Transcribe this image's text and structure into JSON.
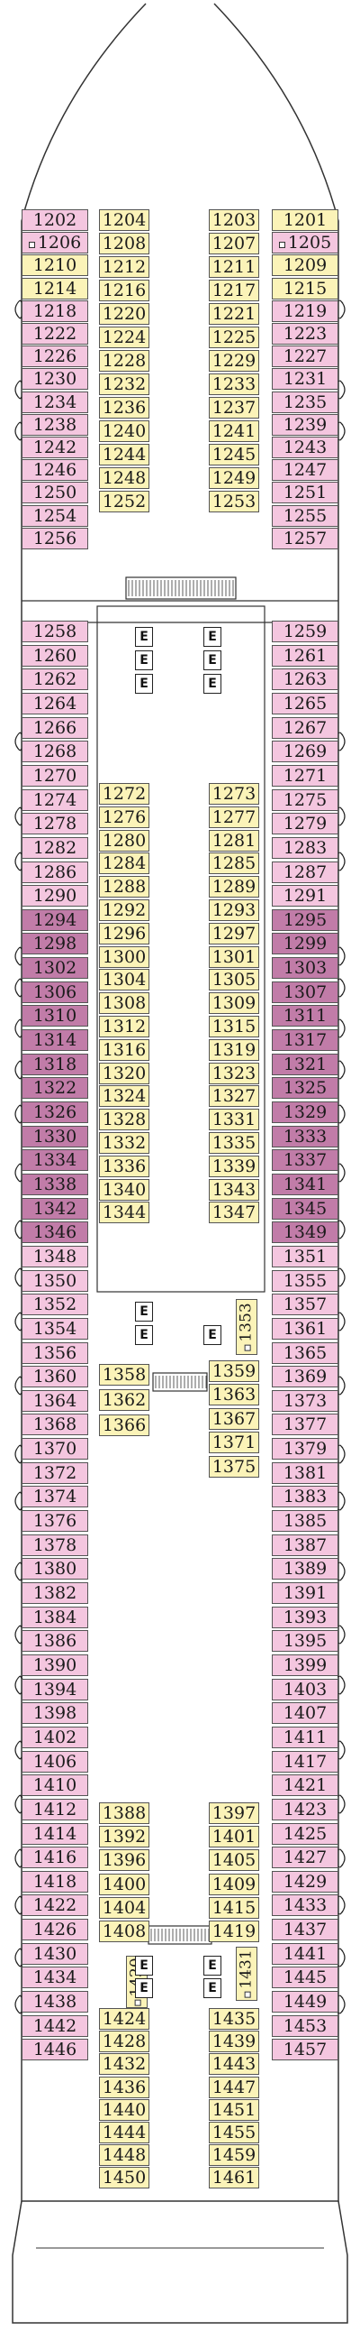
{
  "colors": {
    "outside": "#f4c6df",
    "outside_balcony": "#c17ca8",
    "inside": "#fbf3b8",
    "hull_line": "#333333",
    "walkway": "#ffffff"
  },
  "icons": {
    "connecting": "double-arrow-icon",
    "extra_bed": "square-icon",
    "elevator": "letter-e-icon"
  },
  "elevator_label": "E",
  "cabins": {
    "outer_left": [
      {
        "n": "1202",
        "t": "outside"
      },
      {
        "n": "1206",
        "t": "outside",
        "bed": true
      },
      {
        "n": "1210",
        "t": "inside"
      },
      {
        "n": "1214",
        "t": "inside"
      },
      {
        "n": "1218",
        "t": "outside"
      },
      {
        "n": "1222",
        "t": "outside"
      },
      {
        "n": "1226",
        "t": "outside"
      },
      {
        "n": "1230",
        "t": "outside"
      },
      {
        "n": "1234",
        "t": "outside"
      },
      {
        "n": "1238",
        "t": "outside"
      },
      {
        "n": "1242",
        "t": "outside"
      },
      {
        "n": "1246",
        "t": "outside"
      },
      {
        "n": "1250",
        "t": "outside"
      },
      {
        "n": "1254",
        "t": "outside"
      },
      {
        "n": "1256",
        "t": "outside"
      },
      {
        "n": "1258",
        "t": "outside"
      },
      {
        "n": "1260",
        "t": "outside"
      },
      {
        "n": "1262",
        "t": "outside"
      },
      {
        "n": "1264",
        "t": "outside"
      },
      {
        "n": "1266",
        "t": "outside"
      },
      {
        "n": "1268",
        "t": "outside"
      },
      {
        "n": "1270",
        "t": "outside"
      },
      {
        "n": "1274",
        "t": "outside"
      },
      {
        "n": "1278",
        "t": "outside"
      },
      {
        "n": "1282",
        "t": "outside"
      },
      {
        "n": "1286",
        "t": "outside"
      },
      {
        "n": "1290",
        "t": "outside"
      },
      {
        "n": "1294",
        "t": "balcony"
      },
      {
        "n": "1298",
        "t": "balcony"
      },
      {
        "n": "1302",
        "t": "balcony"
      },
      {
        "n": "1306",
        "t": "balcony"
      },
      {
        "n": "1310",
        "t": "balcony"
      },
      {
        "n": "1314",
        "t": "balcony"
      },
      {
        "n": "1318",
        "t": "balcony"
      },
      {
        "n": "1322",
        "t": "balcony"
      },
      {
        "n": "1326",
        "t": "balcony"
      },
      {
        "n": "1330",
        "t": "balcony"
      },
      {
        "n": "1334",
        "t": "balcony"
      },
      {
        "n": "1338",
        "t": "balcony"
      },
      {
        "n": "1342",
        "t": "balcony"
      },
      {
        "n": "1346",
        "t": "balcony"
      },
      {
        "n": "1348",
        "t": "outside"
      },
      {
        "n": "1350",
        "t": "outside"
      },
      {
        "n": "1352",
        "t": "outside"
      },
      {
        "n": "1354",
        "t": "outside"
      },
      {
        "n": "1356",
        "t": "outside"
      },
      {
        "n": "1360",
        "t": "outside"
      },
      {
        "n": "1364",
        "t": "outside"
      },
      {
        "n": "1368",
        "t": "outside"
      },
      {
        "n": "1370",
        "t": "outside"
      },
      {
        "n": "1372",
        "t": "outside"
      },
      {
        "n": "1374",
        "t": "outside"
      },
      {
        "n": "1376",
        "t": "outside"
      },
      {
        "n": "1378",
        "t": "outside"
      },
      {
        "n": "1380",
        "t": "outside"
      },
      {
        "n": "1382",
        "t": "outside"
      },
      {
        "n": "1384",
        "t": "outside"
      },
      {
        "n": "1386",
        "t": "outside"
      },
      {
        "n": "1390",
        "t": "outside"
      },
      {
        "n": "1394",
        "t": "outside"
      },
      {
        "n": "1398",
        "t": "outside"
      },
      {
        "n": "1402",
        "t": "outside"
      },
      {
        "n": "1406",
        "t": "outside"
      },
      {
        "n": "1410",
        "t": "outside"
      },
      {
        "n": "1412",
        "t": "outside"
      },
      {
        "n": "1414",
        "t": "outside"
      },
      {
        "n": "1416",
        "t": "outside"
      },
      {
        "n": "1418",
        "t": "outside"
      },
      {
        "n": "1422",
        "t": "outside"
      },
      {
        "n": "1426",
        "t": "outside"
      },
      {
        "n": "1430",
        "t": "outside"
      },
      {
        "n": "1434",
        "t": "outside"
      },
      {
        "n": "1438",
        "t": "outside"
      },
      {
        "n": "1442",
        "t": "outside"
      },
      {
        "n": "1446",
        "t": "outside"
      }
    ],
    "outer_right": [
      {
        "n": "1201",
        "t": "inside"
      },
      {
        "n": "1205",
        "t": "outside",
        "bed": true
      },
      {
        "n": "1209",
        "t": "inside"
      },
      {
        "n": "1215",
        "t": "inside"
      },
      {
        "n": "1219",
        "t": "outside"
      },
      {
        "n": "1223",
        "t": "outside"
      },
      {
        "n": "1227",
        "t": "outside"
      },
      {
        "n": "1231",
        "t": "outside"
      },
      {
        "n": "1235",
        "t": "outside"
      },
      {
        "n": "1239",
        "t": "outside"
      },
      {
        "n": "1243",
        "t": "outside"
      },
      {
        "n": "1247",
        "t": "outside"
      },
      {
        "n": "1251",
        "t": "outside"
      },
      {
        "n": "1255",
        "t": "outside"
      },
      {
        "n": "1257",
        "t": "outside"
      },
      {
        "n": "1259",
        "t": "outside"
      },
      {
        "n": "1261",
        "t": "outside"
      },
      {
        "n": "1263",
        "t": "outside"
      },
      {
        "n": "1265",
        "t": "outside"
      },
      {
        "n": "1267",
        "t": "outside"
      },
      {
        "n": "1269",
        "t": "outside"
      },
      {
        "n": "1271",
        "t": "outside"
      },
      {
        "n": "1275",
        "t": "outside"
      },
      {
        "n": "1279",
        "t": "outside"
      },
      {
        "n": "1283",
        "t": "outside"
      },
      {
        "n": "1287",
        "t": "outside"
      },
      {
        "n": "1291",
        "t": "outside"
      },
      {
        "n": "1295",
        "t": "balcony"
      },
      {
        "n": "1299",
        "t": "balcony"
      },
      {
        "n": "1303",
        "t": "balcony"
      },
      {
        "n": "1307",
        "t": "balcony"
      },
      {
        "n": "1311",
        "t": "balcony"
      },
      {
        "n": "1317",
        "t": "balcony"
      },
      {
        "n": "1321",
        "t": "balcony"
      },
      {
        "n": "1325",
        "t": "balcony"
      },
      {
        "n": "1329",
        "t": "balcony"
      },
      {
        "n": "1333",
        "t": "balcony"
      },
      {
        "n": "1337",
        "t": "balcony"
      },
      {
        "n": "1341",
        "t": "balcony"
      },
      {
        "n": "1345",
        "t": "balcony"
      },
      {
        "n": "1349",
        "t": "balcony"
      },
      {
        "n": "1351",
        "t": "outside"
      },
      {
        "n": "1355",
        "t": "outside"
      },
      {
        "n": "1357",
        "t": "outside"
      },
      {
        "n": "1361",
        "t": "outside"
      },
      {
        "n": "1365",
        "t": "outside"
      },
      {
        "n": "1369",
        "t": "outside"
      },
      {
        "n": "1373",
        "t": "outside"
      },
      {
        "n": "1377",
        "t": "outside"
      },
      {
        "n": "1379",
        "t": "outside"
      },
      {
        "n": "1381",
        "t": "outside"
      },
      {
        "n": "1383",
        "t": "outside"
      },
      {
        "n": "1385",
        "t": "outside"
      },
      {
        "n": "1387",
        "t": "outside"
      },
      {
        "n": "1389",
        "t": "outside"
      },
      {
        "n": "1391",
        "t": "outside"
      },
      {
        "n": "1393",
        "t": "outside"
      },
      {
        "n": "1395",
        "t": "outside"
      },
      {
        "n": "1399",
        "t": "outside"
      },
      {
        "n": "1403",
        "t": "outside"
      },
      {
        "n": "1407",
        "t": "outside"
      },
      {
        "n": "1411",
        "t": "outside"
      },
      {
        "n": "1417",
        "t": "outside"
      },
      {
        "n": "1421",
        "t": "outside"
      },
      {
        "n": "1423",
        "t": "outside"
      },
      {
        "n": "1425",
        "t": "outside"
      },
      {
        "n": "1427",
        "t": "outside"
      },
      {
        "n": "1429",
        "t": "outside"
      },
      {
        "n": "1433",
        "t": "outside"
      },
      {
        "n": "1437",
        "t": "outside"
      },
      {
        "n": "1441",
        "t": "outside"
      },
      {
        "n": "1445",
        "t": "outside"
      },
      {
        "n": "1449",
        "t": "outside"
      },
      {
        "n": "1453",
        "t": "outside"
      },
      {
        "n": "1457",
        "t": "outside"
      }
    ],
    "inner_left": [
      {
        "n": "1204"
      },
      {
        "n": "1208"
      },
      {
        "n": "1212"
      },
      {
        "n": "1216"
      },
      {
        "n": "1220"
      },
      {
        "n": "1224"
      },
      {
        "n": "1228"
      },
      {
        "n": "1232"
      },
      {
        "n": "1236"
      },
      {
        "n": "1240"
      },
      {
        "n": "1244"
      },
      {
        "n": "1248"
      },
      {
        "n": "1252"
      },
      {
        "n": "1272"
      },
      {
        "n": "1276"
      },
      {
        "n": "1280"
      },
      {
        "n": "1284"
      },
      {
        "n": "1288"
      },
      {
        "n": "1292"
      },
      {
        "n": "1296"
      },
      {
        "n": "1300"
      },
      {
        "n": "1304"
      },
      {
        "n": "1308"
      },
      {
        "n": "1312"
      },
      {
        "n": "1316"
      },
      {
        "n": "1320"
      },
      {
        "n": "1324"
      },
      {
        "n": "1328"
      },
      {
        "n": "1332"
      },
      {
        "n": "1336"
      },
      {
        "n": "1340"
      },
      {
        "n": "1344"
      },
      {
        "n": "1358"
      },
      {
        "n": "1362"
      },
      {
        "n": "1366"
      },
      {
        "n": "1388"
      },
      {
        "n": "1392"
      },
      {
        "n": "1396"
      },
      {
        "n": "1400"
      },
      {
        "n": "1404"
      },
      {
        "n": "1408"
      },
      {
        "n": "1420",
        "vertical": true,
        "bed": true
      },
      {
        "n": "1424"
      },
      {
        "n": "1428"
      },
      {
        "n": "1432"
      },
      {
        "n": "1436"
      },
      {
        "n": "1440"
      },
      {
        "n": "1444"
      },
      {
        "n": "1448"
      },
      {
        "n": "1450"
      }
    ],
    "inner_right": [
      {
        "n": "1203"
      },
      {
        "n": "1207"
      },
      {
        "n": "1211"
      },
      {
        "n": "1217"
      },
      {
        "n": "1221"
      },
      {
        "n": "1225"
      },
      {
        "n": "1229"
      },
      {
        "n": "1233"
      },
      {
        "n": "1237"
      },
      {
        "n": "1241"
      },
      {
        "n": "1245"
      },
      {
        "n": "1249"
      },
      {
        "n": "1253"
      },
      {
        "n": "1273"
      },
      {
        "n": "1277"
      },
      {
        "n": "1281"
      },
      {
        "n": "1285"
      },
      {
        "n": "1289"
      },
      {
        "n": "1293"
      },
      {
        "n": "1297"
      },
      {
        "n": "1301"
      },
      {
        "n": "1305"
      },
      {
        "n": "1309"
      },
      {
        "n": "1315"
      },
      {
        "n": "1319"
      },
      {
        "n": "1323"
      },
      {
        "n": "1327"
      },
      {
        "n": "1331"
      },
      {
        "n": "1335"
      },
      {
        "n": "1339"
      },
      {
        "n": "1343"
      },
      {
        "n": "1347"
      },
      {
        "n": "1353",
        "vertical": true,
        "bed": true
      },
      {
        "n": "1359"
      },
      {
        "n": "1363"
      },
      {
        "n": "1367"
      },
      {
        "n": "1371"
      },
      {
        "n": "1375"
      },
      {
        "n": "1397"
      },
      {
        "n": "1401"
      },
      {
        "n": "1405"
      },
      {
        "n": "1409"
      },
      {
        "n": "1415"
      },
      {
        "n": "1419"
      },
      {
        "n": "1431",
        "vertical": true,
        "bed": true
      },
      {
        "n": "1435"
      },
      {
        "n": "1439"
      },
      {
        "n": "1443"
      },
      {
        "n": "1447"
      },
      {
        "n": "1451"
      },
      {
        "n": "1455"
      },
      {
        "n": "1459"
      },
      {
        "n": "1461"
      }
    ]
  }
}
